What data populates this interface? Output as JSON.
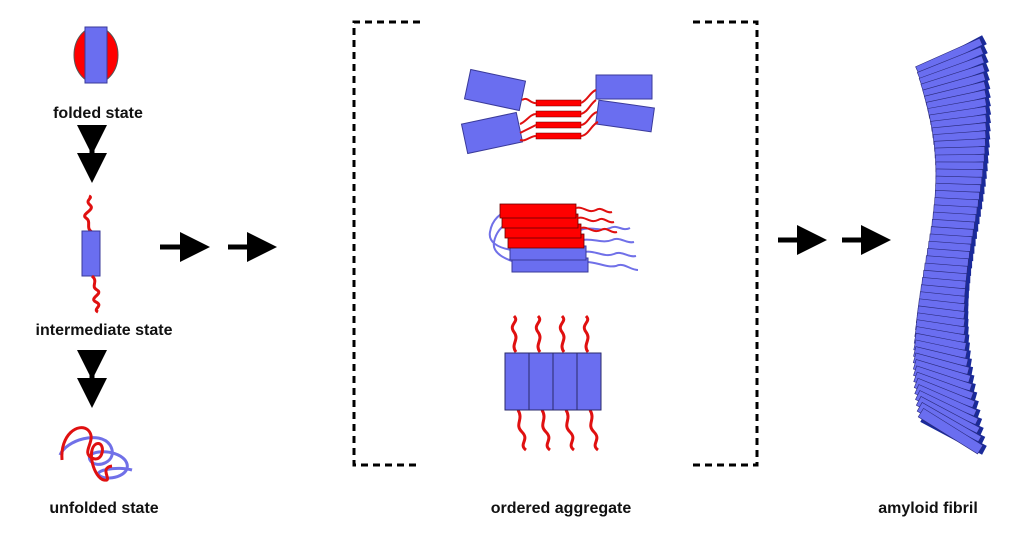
{
  "labels": {
    "folded": "folded state",
    "intermediate": "intermediate state",
    "unfolded": "unfolded state",
    "aggregate": "ordered aggregate",
    "fibril": "amyloid fibril"
  },
  "colors": {
    "helix": "#6a6ef0",
    "helix_stroke": "#3a3a9a",
    "strand": "#ff0000",
    "coil_red": "#e01010",
    "coil_blue": "#7070e8",
    "fibril_dark": "#1a2a9a",
    "fibril_light": "#6a6ef0",
    "arrow": "#000000"
  },
  "icons": [
    "double-arrow-icon",
    "forward-arrow-icon",
    "bracket-left",
    "bracket-right"
  ]
}
